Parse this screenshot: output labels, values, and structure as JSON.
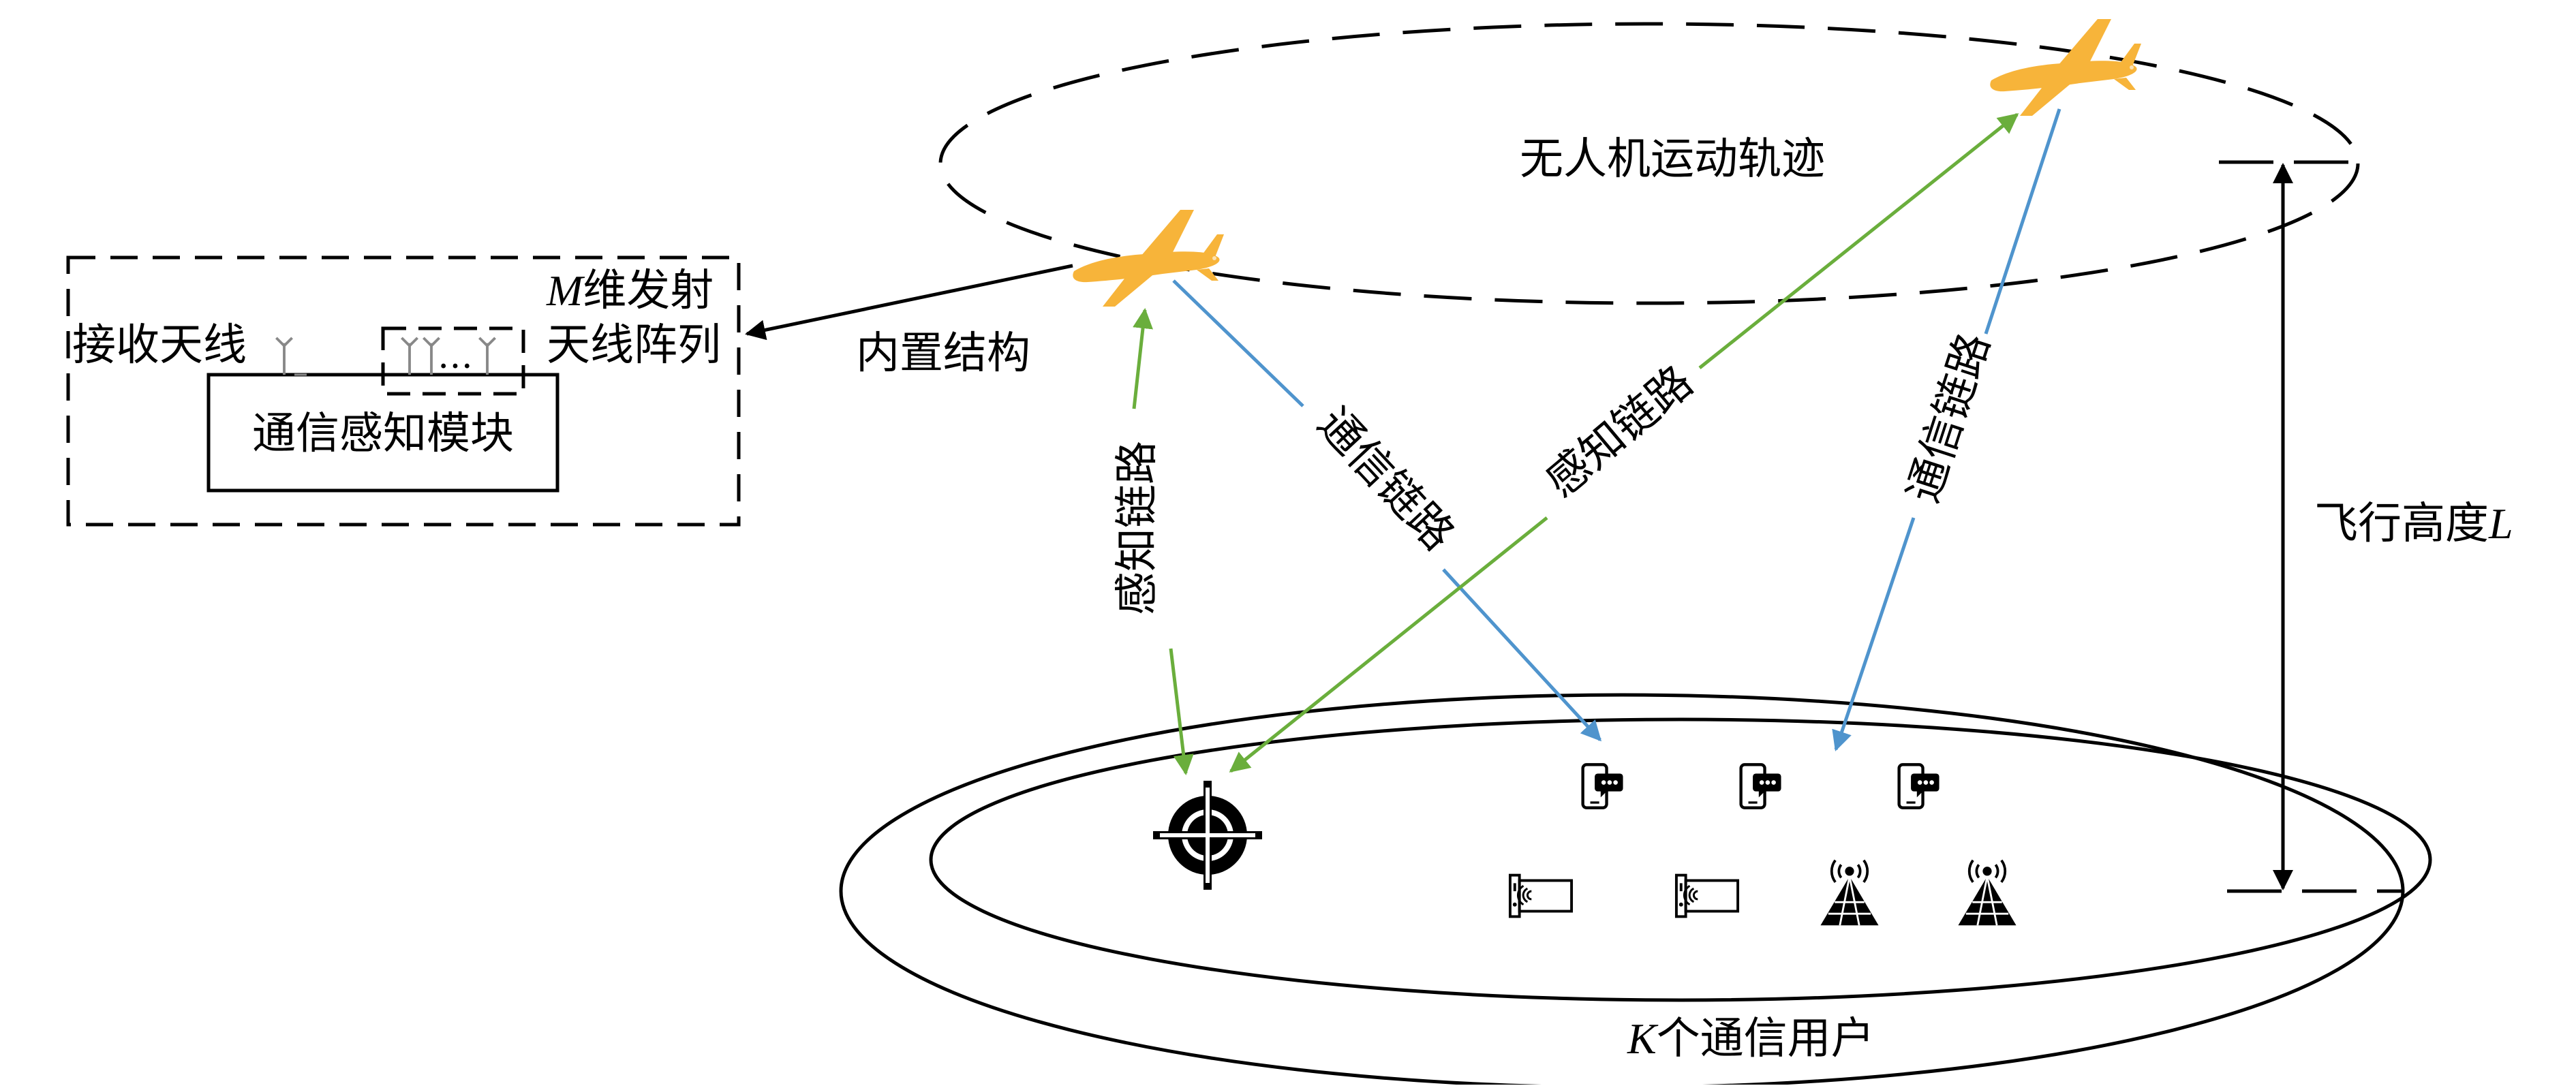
{
  "labels": {
    "uav_trajectory": "无人机运动轨迹",
    "builtin_structure": "内置结构",
    "receive_antenna": "接收天线",
    "tx_array_prefix": "M",
    "tx_array_line1": "维发射",
    "tx_array_line2": "天线阵列",
    "module": "通信感知模块",
    "ellipsis": "…",
    "sensing_link": "感知链路",
    "comm_link": "通信链路",
    "flight_height_prefix": "飞行高度",
    "flight_height_var": "L",
    "users_prefix": "K",
    "users_suffix": "个通信用户"
  },
  "icons": {
    "uav": "airplane-icon",
    "target": "crosshair-target-icon",
    "phone": "smartphone-chat-icon",
    "router": "wireless-router-icon",
    "base_station": "radio-tower-icon",
    "antenna": "antenna-icon"
  },
  "colors": {
    "uav": "#F7B43A",
    "sensing_link": "#6AAE3C",
    "comm_link": "#4F94CD",
    "line": "#000000"
  }
}
